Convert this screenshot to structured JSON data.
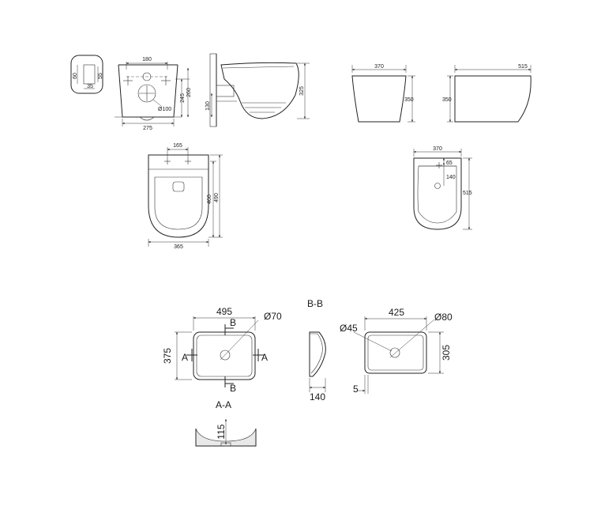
{
  "toilet": {
    "side_detail": {
      "d60": "60",
      "d55": "55",
      "d35": "35"
    },
    "rear": {
      "w180": "180",
      "d245": "245",
      "d260": "260",
      "d100": "Ø100",
      "w275": "275"
    },
    "side": {
      "d130": "130",
      "d325": "325"
    },
    "front": {
      "w370": "370",
      "h350": "350"
    },
    "profile": {
      "w515": "515",
      "h350": "350"
    },
    "top": {
      "w165": "165",
      "d460": "460",
      "d490": "490",
      "w365": "365"
    },
    "bidet_top": {
      "w370": "370",
      "d65": "65",
      "d140": "140",
      "d515": "515"
    }
  },
  "basin": {
    "plan": {
      "w495": "495",
      "d70": "Ø70",
      "d375": "375",
      "sec_b": "B",
      "sec_a": "A"
    },
    "section_bb": {
      "title": "B-B",
      "w140": "140"
    },
    "section_aa": {
      "title": "A-A",
      "h115": "115"
    },
    "inner": {
      "w425": "425",
      "d45": "Ø45",
      "d80": "Ø80",
      "d305": "305",
      "d5": "5"
    }
  }
}
